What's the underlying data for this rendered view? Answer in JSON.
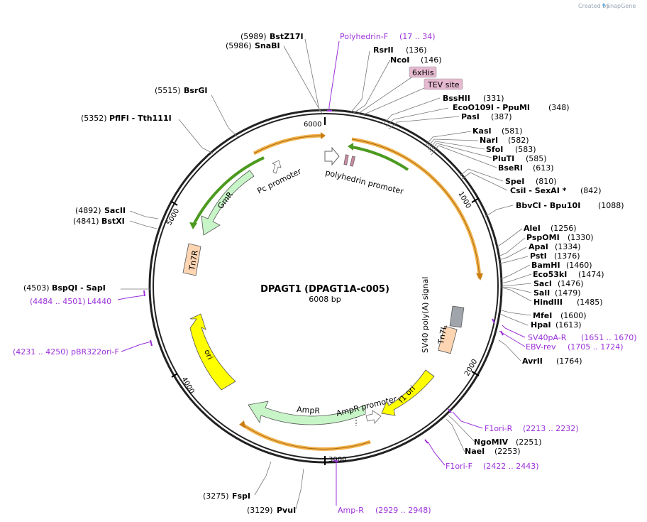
{
  "header": {
    "created_by": "Created by",
    "brand": "SnapGene"
  },
  "plasmid": {
    "name": "DPAGT1 (DPAGT1A-c005)",
    "length_label": "6008 bp",
    "total_bp": 6008
  },
  "ticks": [
    "1000",
    "2000",
    "3000",
    "4000",
    "5000",
    "6000"
  ],
  "sites": [
    {
      "pos": "(5989)",
      "name": "BstZ17I"
    },
    {
      "pos": "(5986)",
      "name": "SnaBI"
    },
    {
      "pos": "(136)",
      "name": "RsrII"
    },
    {
      "pos": "(146)",
      "name": "NcoI"
    },
    {
      "pos": "(331)",
      "name": "BssHII"
    },
    {
      "pos": "(348)",
      "name": "EcoO109I - PpuMI"
    },
    {
      "pos": "(387)",
      "name": "PasI"
    },
    {
      "pos": "(581)",
      "name": "KasI"
    },
    {
      "pos": "(582)",
      "name": "NarI"
    },
    {
      "pos": "(583)",
      "name": "SfoI"
    },
    {
      "pos": "(585)",
      "name": "PluTI"
    },
    {
      "pos": "(613)",
      "name": "BseRI"
    },
    {
      "pos": "(810)",
      "name": "SpeI"
    },
    {
      "pos": "(842)",
      "name": "CsiI - SexAI *"
    },
    {
      "pos": "(1088)",
      "name": "BbvCI - Bpu10I"
    },
    {
      "pos": "(1256)",
      "name": "AleI"
    },
    {
      "pos": "(1330)",
      "name": "PspOMI"
    },
    {
      "pos": "(1334)",
      "name": "ApaI"
    },
    {
      "pos": "(1376)",
      "name": "PstI"
    },
    {
      "pos": "(1460)",
      "name": "BamHI"
    },
    {
      "pos": "(1474)",
      "name": "Eco53kI"
    },
    {
      "pos": "(1476)",
      "name": "SacI"
    },
    {
      "pos": "(1479)",
      "name": "SalI"
    },
    {
      "pos": "(1485)",
      "name": "HindIII"
    },
    {
      "pos": "(1600)",
      "name": "MfeI"
    },
    {
      "pos": "(1613)",
      "name": "HpaI"
    },
    {
      "pos": "(1764)",
      "name": "AvrII"
    },
    {
      "pos": "(2251)",
      "name": "NgoMIV"
    },
    {
      "pos": "(2253)",
      "name": "NaeI"
    },
    {
      "pos": "(3129)",
      "name": "PvuI"
    },
    {
      "pos": "(3275)",
      "name": "FspI"
    },
    {
      "pos": "(4503)",
      "name": "BspQI - SapI"
    },
    {
      "pos": "(4841)",
      "name": "BstXI"
    },
    {
      "pos": "(4892)",
      "name": "SacII"
    },
    {
      "pos": "(5352)",
      "name": "PflFI - Tth111I"
    },
    {
      "pos": "(5515)",
      "name": "BsrGI"
    }
  ],
  "primers": [
    {
      "name": "Polyhedrin-F",
      "range": "(17 .. 34)"
    },
    {
      "name": "SV40pA-R",
      "range": "(1651 .. 1670)"
    },
    {
      "name": "EBV-rev",
      "range": "(1705 .. 1724)"
    },
    {
      "name": "F1ori-R",
      "range": "(2213 .. 2232)"
    },
    {
      "name": "F1ori-F",
      "range": "(2422 .. 2443)"
    },
    {
      "name": "Amp-R",
      "range": "(2929 .. 2948)"
    },
    {
      "name": "pBR322ori-F",
      "range": "(4231 .. 4250)"
    },
    {
      "name": "L4440",
      "range": "(4484 .. 4501)"
    }
  ],
  "boxed_features": [
    {
      "label": "6xHis",
      "color": "#e5b9cf"
    },
    {
      "label": "TEV site",
      "color": "#e5b9cf"
    }
  ],
  "features": [
    {
      "label": "polyhedrin promoter"
    },
    {
      "label": "Pc promoter"
    },
    {
      "label": "GmR"
    },
    {
      "label": "Tn7R"
    },
    {
      "label": "SV40 poly(A) signal"
    },
    {
      "label": "Tn7L"
    },
    {
      "label": "f1 ori"
    },
    {
      "label": "AmpR promoter"
    },
    {
      "label": "AmpR"
    },
    {
      "label": "ori"
    }
  ],
  "colors": {
    "primer": "#9b30d9",
    "orf": "#f3b24b",
    "green_arc": "#4c9a1f",
    "gene": "#c8f5c8",
    "ori": "#ffff00",
    "tn7": "#fdd5b3",
    "polyA": "#a0a4ab"
  }
}
